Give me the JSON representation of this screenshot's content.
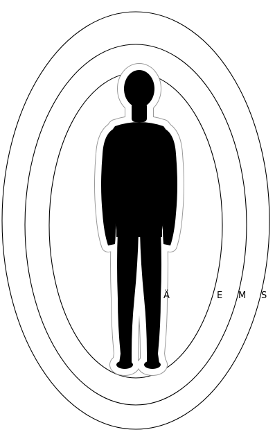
{
  "diagram": {
    "labels": {
      "inner": "Ä",
      "second": "E",
      "third": "M",
      "outer": "S"
    },
    "colors": {
      "background": "#ffffff",
      "figure": "#000000",
      "figure_halo": "#ffffff",
      "halo_outline": "#999999",
      "rings": "#000000"
    }
  }
}
